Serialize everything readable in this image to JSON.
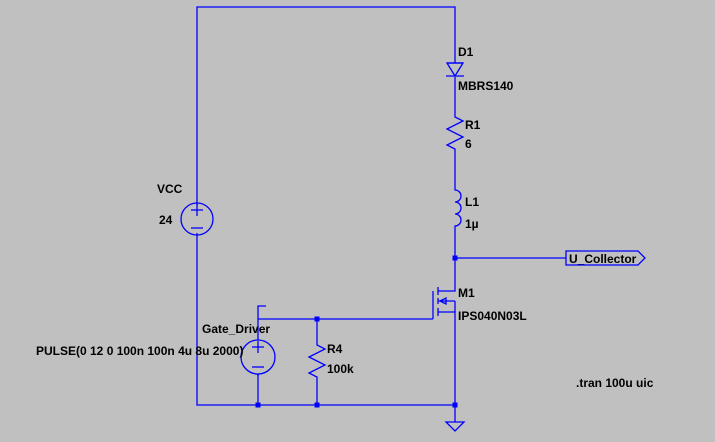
{
  "schematic": {
    "vcc": {
      "name": "VCC",
      "value": "24"
    },
    "d1": {
      "name": "D1",
      "model": "MBRS140"
    },
    "r1": {
      "name": "R1",
      "value": "6"
    },
    "l1": {
      "name": "L1",
      "value": "1µ"
    },
    "net_label": "U_Collector",
    "m1": {
      "name": "M1",
      "model": "IPS040N03L"
    },
    "gate_driver": {
      "name": "Gate_Driver",
      "value": "PULSE(0 12 0 100n 100n 4u 8u 2000)"
    },
    "r4": {
      "name": "R4",
      "value": "100k"
    },
    "directive": ".tran 100u uic"
  }
}
